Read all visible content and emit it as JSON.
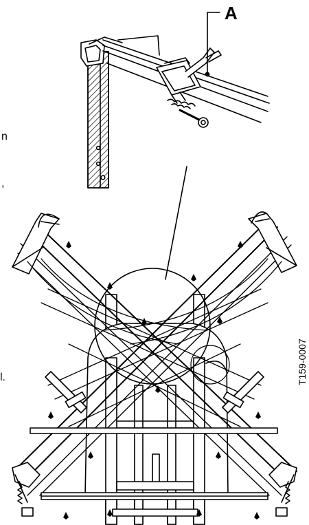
{
  "callout_label": "A",
  "figure_number": "T159-0007",
  "margin_fragments": [
    "n",
    ",",
    "l."
  ]
}
